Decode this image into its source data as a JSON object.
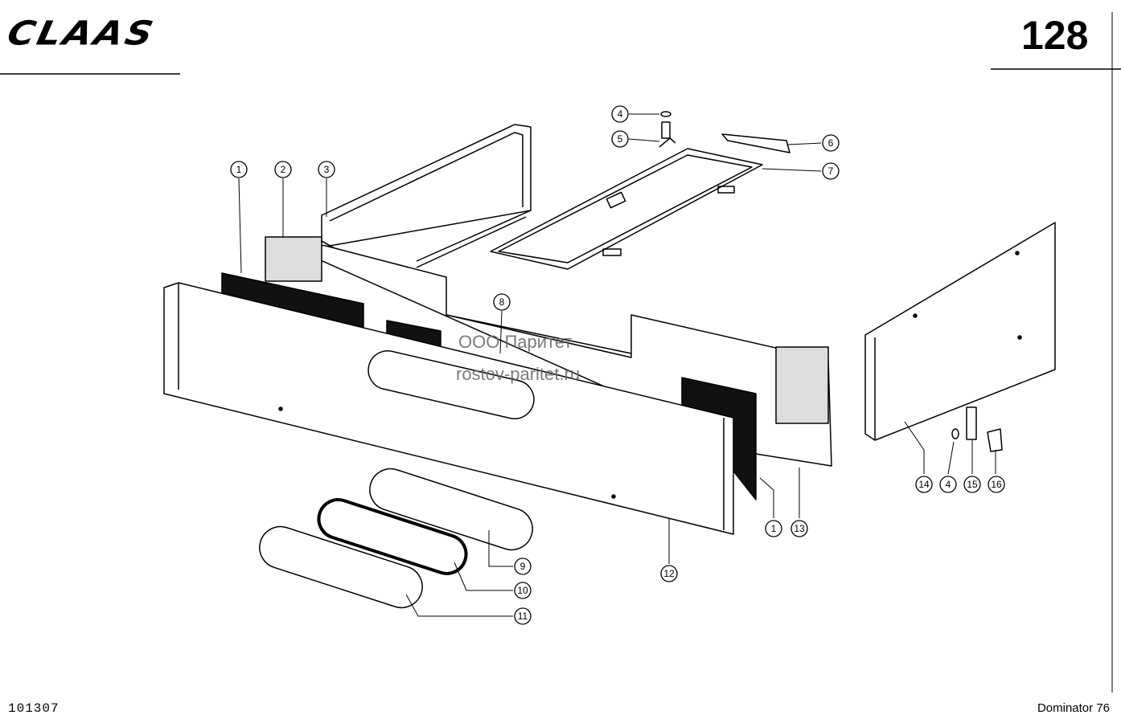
{
  "header": {
    "brand": "CLAAS",
    "page_number": "128"
  },
  "footer": {
    "document_id": "101307",
    "model": "Dominator 76"
  },
  "watermark": {
    "line1": "ООО Паритет",
    "line2": "rostov-paritet.ru"
  },
  "callouts": [
    "1",
    "2",
    "3",
    "4",
    "5",
    "6",
    "7",
    "8",
    "1",
    "13",
    "12",
    "9",
    "10",
    "11",
    "14",
    "4",
    "15",
    "16"
  ]
}
